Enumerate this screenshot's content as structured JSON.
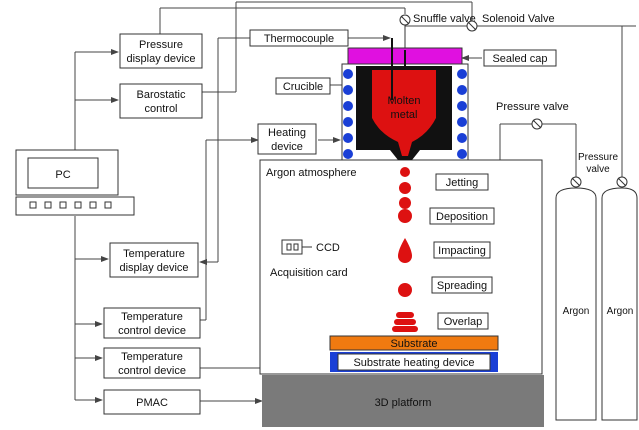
{
  "labels": {
    "pc": "PC",
    "pressure_display": [
      "Pressure",
      "display device"
    ],
    "barostatic_control": [
      "Barostatic",
      "control"
    ],
    "thermocouple": "Thermocouple",
    "snuffle_valve": "Snuffle valve",
    "solenoid_valve": "Solenoid Valve",
    "sealed_cap": "Sealed cap",
    "crucible": "Crucible",
    "molten_metal": [
      "Molten",
      "metal"
    ],
    "heating_device": [
      "Heating",
      "device"
    ],
    "argon_atmosphere": "Argon atmosphere",
    "pressure_valve_main": "Pressure valve",
    "pressure_valve_small": [
      "Pressure",
      "valve"
    ],
    "argon_left": "Argon",
    "argon_right": "Argon",
    "ccd": "CCD",
    "acquisition_card": "Acquisition card",
    "temperature_display": [
      "Temperature",
      "display device"
    ],
    "temperature_control_1": [
      "Temperature",
      "control device"
    ],
    "temperature_control_2": [
      "Temperature",
      "control device"
    ],
    "pmac": "PMAC",
    "substrate": "Substrate",
    "substrate_heating": "Substrate heating device",
    "platform": "3D platform",
    "process_steps": [
      "Jetting",
      "Deposition",
      "Impacting",
      "Spreading",
      "Overlap"
    ]
  },
  "colors": {
    "molten_metal": "#dd1111",
    "crucible_body": "#111111",
    "heating_coil": "#1a3fd6",
    "sealed_cap": "#e010e0",
    "substrate": "#f07a10",
    "heating_plate": "#1a3fd6",
    "platform": "#7a7a7a"
  }
}
